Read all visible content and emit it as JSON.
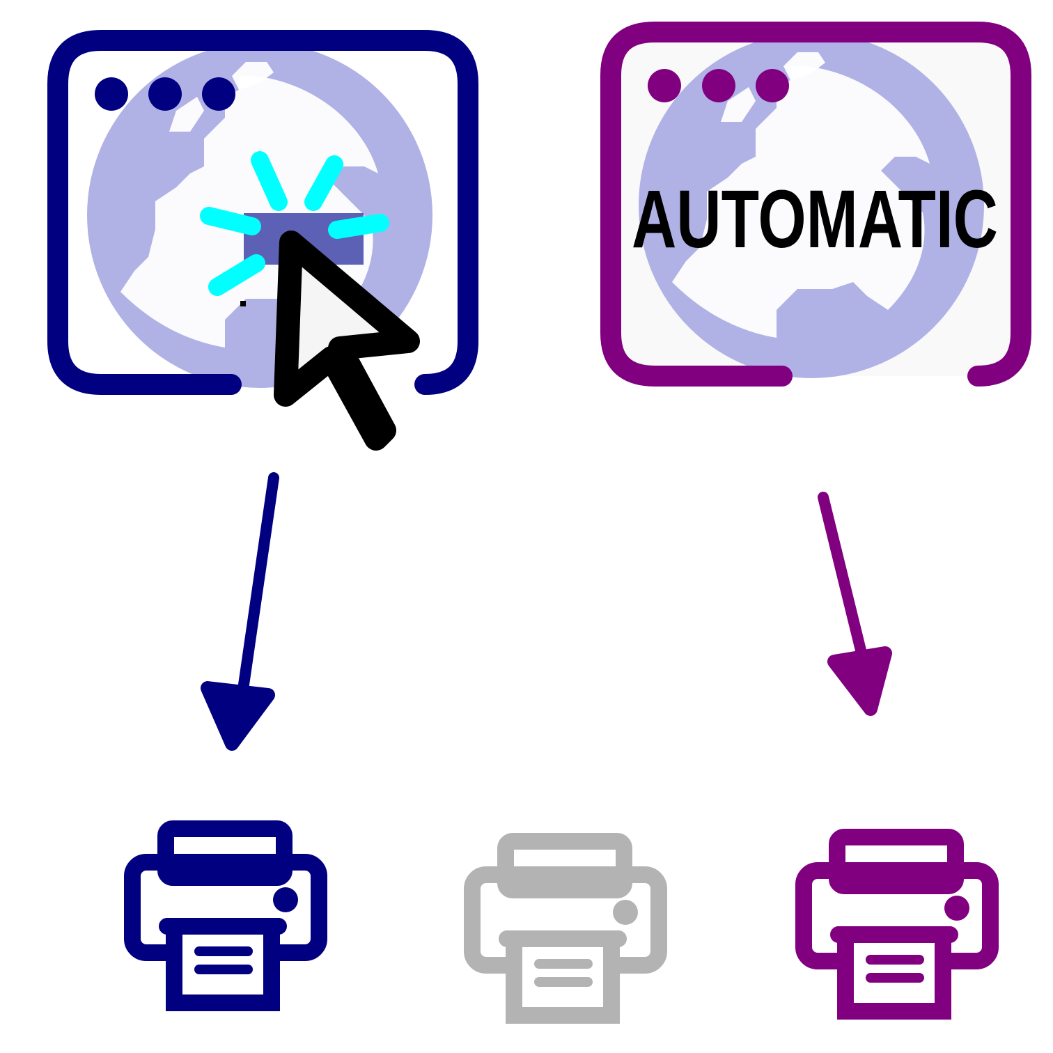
{
  "colors": {
    "manual": "#000080",
    "automatic": "#800080",
    "globe": "#b0b2e6",
    "highlight": "#3f45a8",
    "spark": "#00ffff",
    "inactive_printer": "#b3b3b3",
    "cursor_fill": "#f5f5f5",
    "cursor_stroke": "#000000",
    "window_fill": "#f9f9f9"
  },
  "left_panel": {
    "icon": "browser-window-globe-icon",
    "overlay_icon": "mouse-cursor-click-icon"
  },
  "right_panel": {
    "icon": "browser-window-globe-icon",
    "label": "AUTOMATIC"
  },
  "printers": [
    {
      "icon": "printer-icon",
      "state": "manual"
    },
    {
      "icon": "printer-icon",
      "state": "inactive"
    },
    {
      "icon": "printer-icon",
      "state": "automatic"
    }
  ]
}
